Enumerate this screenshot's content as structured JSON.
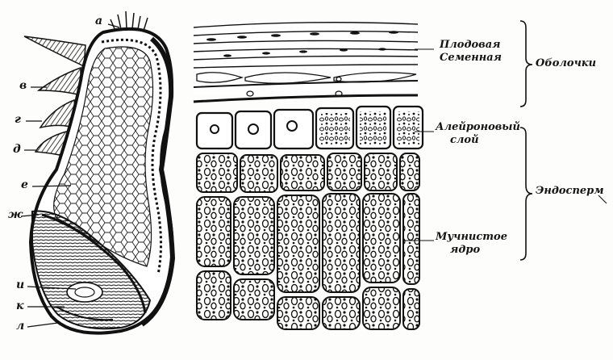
{
  "left_figure": {
    "letters": {
      "a": "а",
      "b": "в",
      "g": "г",
      "d": "д",
      "e": "е",
      "zh": "ж",
      "i": "и",
      "k": "к",
      "l": "л"
    }
  },
  "right_figure": {
    "layer_labels": {
      "pericarp": "Плодовая",
      "seed_coat": "Семенная",
      "aleurone_line1": "Алейроновый",
      "aleurone_line2": "слой",
      "starchy_line1": "Мучнистое",
      "starchy_line2": "ядро"
    },
    "group_labels": {
      "coats": "Оболочки",
      "endosperm": "Эндосперм"
    }
  },
  "colors": {
    "ink": "#141414",
    "paper": "#fdfdfb"
  }
}
